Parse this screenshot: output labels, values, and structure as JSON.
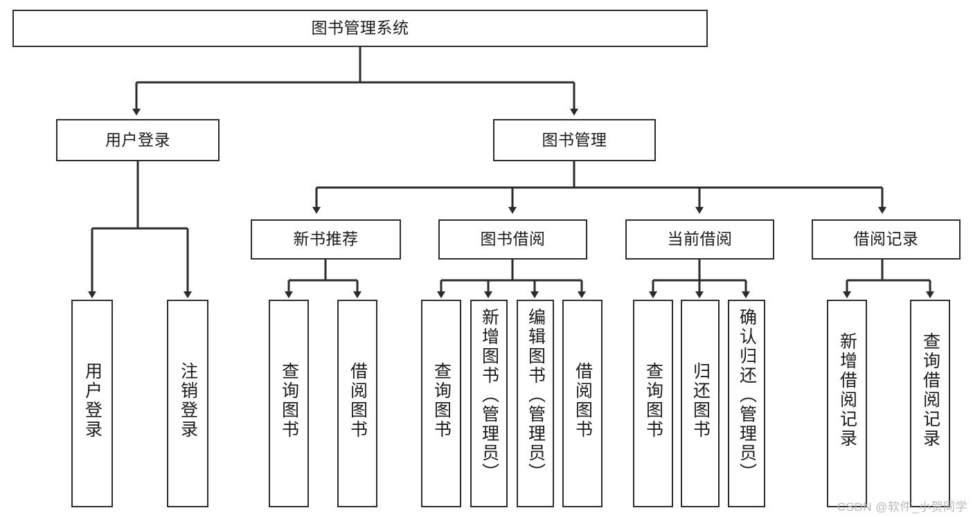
{
  "diagram": {
    "title": "图书管理系统",
    "type": "tree-hierarchy",
    "watermark": "CSDN @软件_小贺同学",
    "colors": {
      "stroke": "#2b2b2b",
      "fill": "#ffffff",
      "text": "#1a1a1a",
      "watermark": "#b9b9b9"
    },
    "nodes": {
      "root": {
        "label": "图书管理系统"
      },
      "level2": [
        {
          "id": "user-login",
          "label": "用户登录"
        },
        {
          "id": "book-manage",
          "label": "图书管理"
        }
      ],
      "level3": [
        {
          "id": "new-book-recommend",
          "label": "新书推荐"
        },
        {
          "id": "book-borrow",
          "label": "图书借阅"
        },
        {
          "id": "current-borrow",
          "label": "当前借阅"
        },
        {
          "id": "borrow-record",
          "label": "借阅记录"
        }
      ],
      "leaves": [
        {
          "id": "leaf-user-login",
          "label": "用户登录"
        },
        {
          "id": "leaf-user-logout",
          "label": "注销登录"
        },
        {
          "id": "leaf-query-book-1",
          "label": "查询图书"
        },
        {
          "id": "leaf-borrow-book-1",
          "label": "借阅图书"
        },
        {
          "id": "leaf-query-book-2",
          "label": "查询图书"
        },
        {
          "id": "leaf-add-book-admin",
          "label": "新增图书（管理员）"
        },
        {
          "id": "leaf-edit-book-admin",
          "label": "编辑图书（管理员）"
        },
        {
          "id": "leaf-borrow-book-2",
          "label": "借阅图书"
        },
        {
          "id": "leaf-query-book-3",
          "label": "查询图书"
        },
        {
          "id": "leaf-return-book",
          "label": "归还图书"
        },
        {
          "id": "leaf-confirm-return-admin",
          "label": "确认归还（管理员）"
        },
        {
          "id": "leaf-add-borrow-record",
          "label": "新增借阅记录"
        },
        {
          "id": "leaf-query-borrow-record",
          "label": "查询借阅记录"
        }
      ]
    },
    "edges": [
      {
        "from": "root",
        "to": "user-login"
      },
      {
        "from": "root",
        "to": "book-manage"
      },
      {
        "from": "user-login",
        "to": "leaf-user-login"
      },
      {
        "from": "user-login",
        "to": "leaf-user-logout"
      },
      {
        "from": "book-manage",
        "to": "new-book-recommend"
      },
      {
        "from": "book-manage",
        "to": "book-borrow"
      },
      {
        "from": "book-manage",
        "to": "current-borrow"
      },
      {
        "from": "book-manage",
        "to": "borrow-record"
      },
      {
        "from": "new-book-recommend",
        "to": "leaf-query-book-1"
      },
      {
        "from": "new-book-recommend",
        "to": "leaf-borrow-book-1"
      },
      {
        "from": "book-borrow",
        "to": "leaf-query-book-2"
      },
      {
        "from": "book-borrow",
        "to": "leaf-add-book-admin"
      },
      {
        "from": "book-borrow",
        "to": "leaf-edit-book-admin"
      },
      {
        "from": "book-borrow",
        "to": "leaf-borrow-book-2"
      },
      {
        "from": "current-borrow",
        "to": "leaf-query-book-3"
      },
      {
        "from": "current-borrow",
        "to": "leaf-return-book"
      },
      {
        "from": "current-borrow",
        "to": "leaf-confirm-return-admin"
      },
      {
        "from": "borrow-record",
        "to": "leaf-add-borrow-record"
      },
      {
        "from": "borrow-record",
        "to": "leaf-query-borrow-record"
      }
    ]
  }
}
